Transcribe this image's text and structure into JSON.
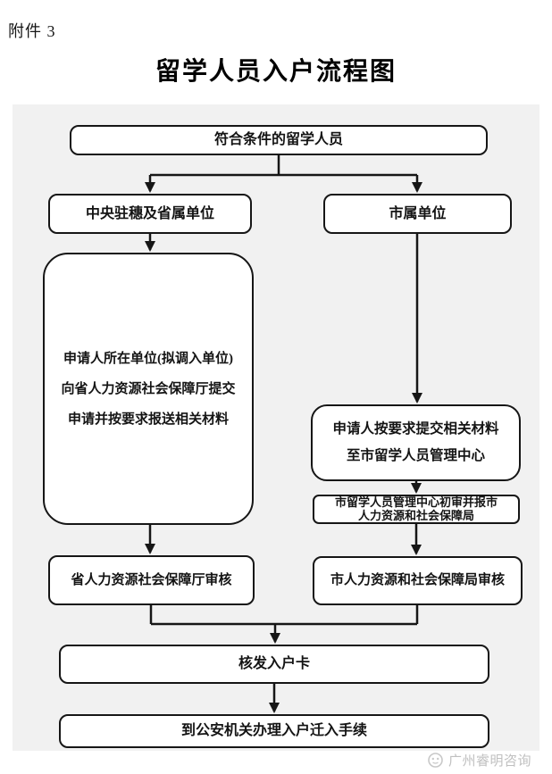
{
  "header": {
    "attachment_label": "附件 3",
    "title": "留学人员入户流程图"
  },
  "flowchart": {
    "nodes": {
      "eligible": {
        "label": "符合条件的留学人员"
      },
      "central_provincial_unit": {
        "label": "中央驻穗及省属单位"
      },
      "municipal_unit": {
        "label": "市属单位"
      },
      "provincial_submission": {
        "lines": [
          "申请人所在单位(拟调入单位)",
          "向省人力资源社会保障厅提交",
          "申请并按要求报送相关材料"
        ]
      },
      "municipal_submission": {
        "lines": [
          "申请人按要求提交相关材料",
          "至市留学人员管理中心"
        ]
      },
      "municipal_center_review": {
        "lines": [
          "市留学人员管理中心初审并报市",
          "人力资源和社会保障局"
        ]
      },
      "provincial_review": {
        "label": "省人力资源社会保障厅审核"
      },
      "municipal_review": {
        "label": "市人力资源和社会保障局审核"
      },
      "issue_card": {
        "label": "核发入户卡"
      },
      "police_registration": {
        "label": "到公安机关办理入户迁入手续"
      }
    },
    "edges": [
      {
        "from": "eligible",
        "to": "central_provincial_unit"
      },
      {
        "from": "eligible",
        "to": "municipal_unit"
      },
      {
        "from": "central_provincial_unit",
        "to": "provincial_submission"
      },
      {
        "from": "provincial_submission",
        "to": "provincial_review"
      },
      {
        "from": "municipal_unit",
        "to": "municipal_submission"
      },
      {
        "from": "municipal_submission",
        "to": "municipal_center_review"
      },
      {
        "from": "municipal_center_review",
        "to": "municipal_review"
      },
      {
        "from": "provincial_review",
        "to": "issue_card"
      },
      {
        "from": "municipal_review",
        "to": "issue_card"
      },
      {
        "from": "issue_card",
        "to": "police_registration"
      }
    ]
  },
  "watermark": {
    "text": "广州睿明咨询"
  },
  "colors": {
    "line": "#161616",
    "box_border": "#161616",
    "box_background": "#ffffff",
    "panel_background": "#f1f1f1",
    "watermark_gray": "#c0c0c0"
  }
}
